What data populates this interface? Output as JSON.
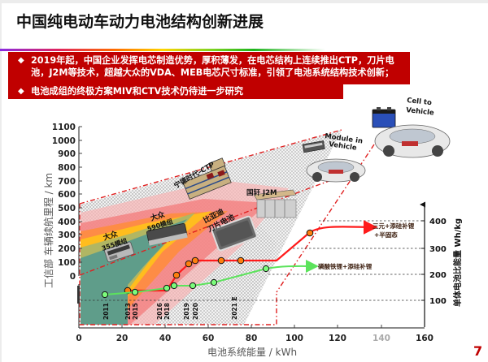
{
  "slide": {
    "title": "中国纯电动车动力电池结构创新进展",
    "page_number": "7",
    "bullets": [
      "2019年起，中国企业发挥电芯制造优势，厚积薄发，在电芯结构上连续推出CTP，刀片电",
      "池，J2M等技术，超越大众的VDA、MEB电芯尺寸标准，引领了电池系统结构技术创新；",
      "电池成组的终极方案MIV和CTV技术仍待进一步研究"
    ],
    "colors": {
      "accent": "#c00000",
      "green_line": "#5ce35c",
      "red_line": "#ff1a1a",
      "orange_marker": "#ff7f0e"
    }
  },
  "chart_labels": {
    "left_axis_title": "工信部 车辆续航里程 / km",
    "right_axis_title": "单体电池比能量 Wh/kg",
    "x_axis_title": "电池系统能量 / kWh",
    "left_ticks": [
      "1100",
      "1000",
      "900",
      "800",
      "700",
      "600",
      "500",
      "400",
      "300",
      "200",
      "100",
      "0"
    ],
    "right_ticks": [
      "400",
      "300",
      "200",
      "100"
    ],
    "x_ticks": [
      "0",
      "20",
      "40",
      "60",
      "80",
      "100",
      "120",
      "140",
      "160"
    ],
    "years": [
      "2011",
      "2013",
      "2015",
      "2016",
      "2018",
      "2019",
      "2020",
      "2021 E"
    ],
    "products": {
      "vw355": [
        "大众",
        "355模组"
      ],
      "vw590": [
        "大众",
        "590模组"
      ],
      "catl": "宁德时代-CTP",
      "byd": [
        "比亚迪",
        "刀片电池"
      ],
      "gotion": "国轩 J2M",
      "miv": [
        "Module in",
        "Vehicle"
      ],
      "ctv": [
        "Cell to",
        "Vehicle"
      ]
    },
    "series_labels": {
      "ternary": [
        "三元+添硅补锂",
        "+半固态"
      ],
      "lfp": "磷酸铁锂+添硅补锂"
    }
  },
  "chart_data": {
    "type": "scatter",
    "title": "中国纯电动车动力电池结构创新进展",
    "xlabel": "电池系统能量 / kWh",
    "ylabel": "工信部 车辆续航里程 / km",
    "y2label": "单体电池比能量 Wh/kg",
    "xlim": [
      0,
      160
    ],
    "ylim": [
      0,
      1100
    ],
    "y2lim": [
      0,
      450
    ],
    "grid": false,
    "x_ticks": [
      0,
      20,
      40,
      60,
      80,
      100,
      120,
      140,
      160
    ],
    "y_ticks": [
      0,
      100,
      200,
      300,
      400,
      500,
      600,
      700,
      800,
      900,
      1000,
      1100
    ],
    "y2_ticks": [
      100,
      200,
      300,
      400
    ],
    "year_markers": [
      {
        "year": "2011",
        "x": 12
      },
      {
        "year": "2013",
        "x": 23
      },
      {
        "year": "2015",
        "x": 26
      },
      {
        "year": "2016",
        "x": 41
      },
      {
        "year": "2018",
        "x": 44
      },
      {
        "year": "2019",
        "x": 51
      },
      {
        "year": "2020",
        "x": 55
      },
      {
        "year": "2021 E",
        "x": 75
      }
    ],
    "series": [
      {
        "name": "三元+添硅补锂+半固态",
        "axis": "y2",
        "color": "#ff1a1a",
        "marker_color": "#ff7f0e",
        "x": [
          23,
          45,
          51,
          54,
          66,
          75,
          107
        ],
        "y": [
          135,
          197,
          240,
          253,
          253,
          253,
          356
        ],
        "trend_end": {
          "x": 135,
          "y": 380
        }
      },
      {
        "name": "磷酸铁锂+添硅补锂",
        "axis": "y2",
        "color": "#5ce35c",
        "marker_color": "#7cfc7c",
        "x": [
          12,
          26,
          41,
          44,
          53,
          63,
          87
        ],
        "y": [
          122,
          131,
          147,
          156,
          156,
          169,
          222
        ],
        "trend_end": {
          "x": 112,
          "y": 240
        }
      }
    ],
    "regions": [
      {
        "name": "大众 355模组",
        "range_km": [
          0,
          170
        ]
      },
      {
        "name": "大众 590模组",
        "range_km": [
          170,
          280
        ]
      },
      {
        "name": "比亚迪 刀片电池",
        "range_km": [
          280,
          330
        ]
      },
      {
        "name": "国轩 J2M",
        "range_km": [
          330,
          440
        ]
      },
      {
        "name": "宁德时代-CTP",
        "range_km": [
          440,
          530
        ]
      },
      {
        "name": "Module in Vehicle",
        "range_km": [
          530,
          800
        ]
      },
      {
        "name": "Cell to Vehicle",
        "range_km": [
          800,
          1100
        ]
      }
    ],
    "dashed_levels_wh_kg": [
      100,
      200,
      300,
      400
    ]
  }
}
